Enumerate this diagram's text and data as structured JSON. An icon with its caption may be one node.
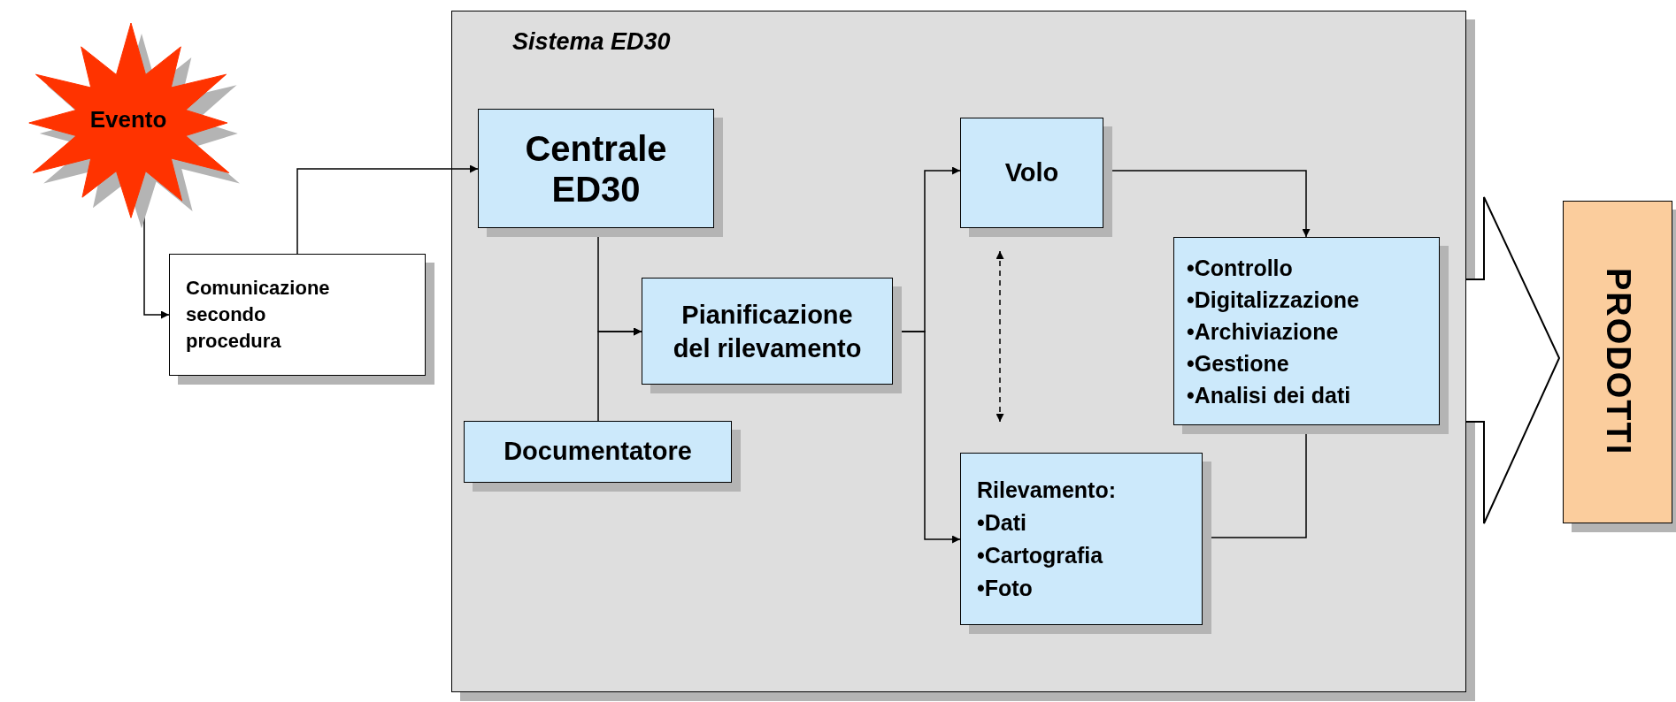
{
  "diagram": {
    "nodes": [
      {
        "text": [
          "Evento"
        ]
      },
      {
        "text": [
          "Sistema ED30"
        ]
      },
      {
        "text": [
          "Comunicazione secondo procedura"
        ]
      },
      {
        "text": [
          "Centrale ED30"
        ],
        "in": 1
      },
      {
        "text": [
          "Pianificazione del rilevamento"
        ],
        "in": 1
      },
      {
        "text": [
          "Documentatore"
        ],
        "in": 1
      },
      {
        "text": [
          "Volo"
        ],
        "in": 1
      },
      {
        "text": [
          "•Controllo",
          "•Digitalizzazione",
          "•Archiviazione",
          "•Gestione",
          "•Analisi dei dati"
        ],
        "in": 1
      },
      {
        "text": [
          "Rilevamento:",
          "•Dati",
          "•Cartografia",
          "•Foto"
        ],
        "in": 1
      },
      {
        "text": [
          "PRODOTTI"
        ]
      }
    ],
    "edges": [
      {
        "from": 0,
        "to": 2,
        "arrow": "to"
      },
      {
        "from": 2,
        "to": 3,
        "arrow": "to"
      },
      {
        "from": 3,
        "to": 4,
        "arrow": "to"
      },
      {
        "from": 5,
        "to": 4,
        "arrow": "to"
      },
      {
        "from": 4,
        "to": 6,
        "arrow": "to"
      },
      {
        "from": 4,
        "to": 8,
        "arrow": "to"
      },
      {
        "from": 6,
        "to": 8,
        "arrow": "both",
        "style": "dashed"
      },
      {
        "from": 6,
        "to": 7,
        "arrow": "to"
      },
      {
        "from": 8,
        "to": 7,
        "arrow": "to"
      },
      {
        "from": 1,
        "to": 9,
        "arrow": "to",
        "style": "thick"
      }
    ]
  }
}
